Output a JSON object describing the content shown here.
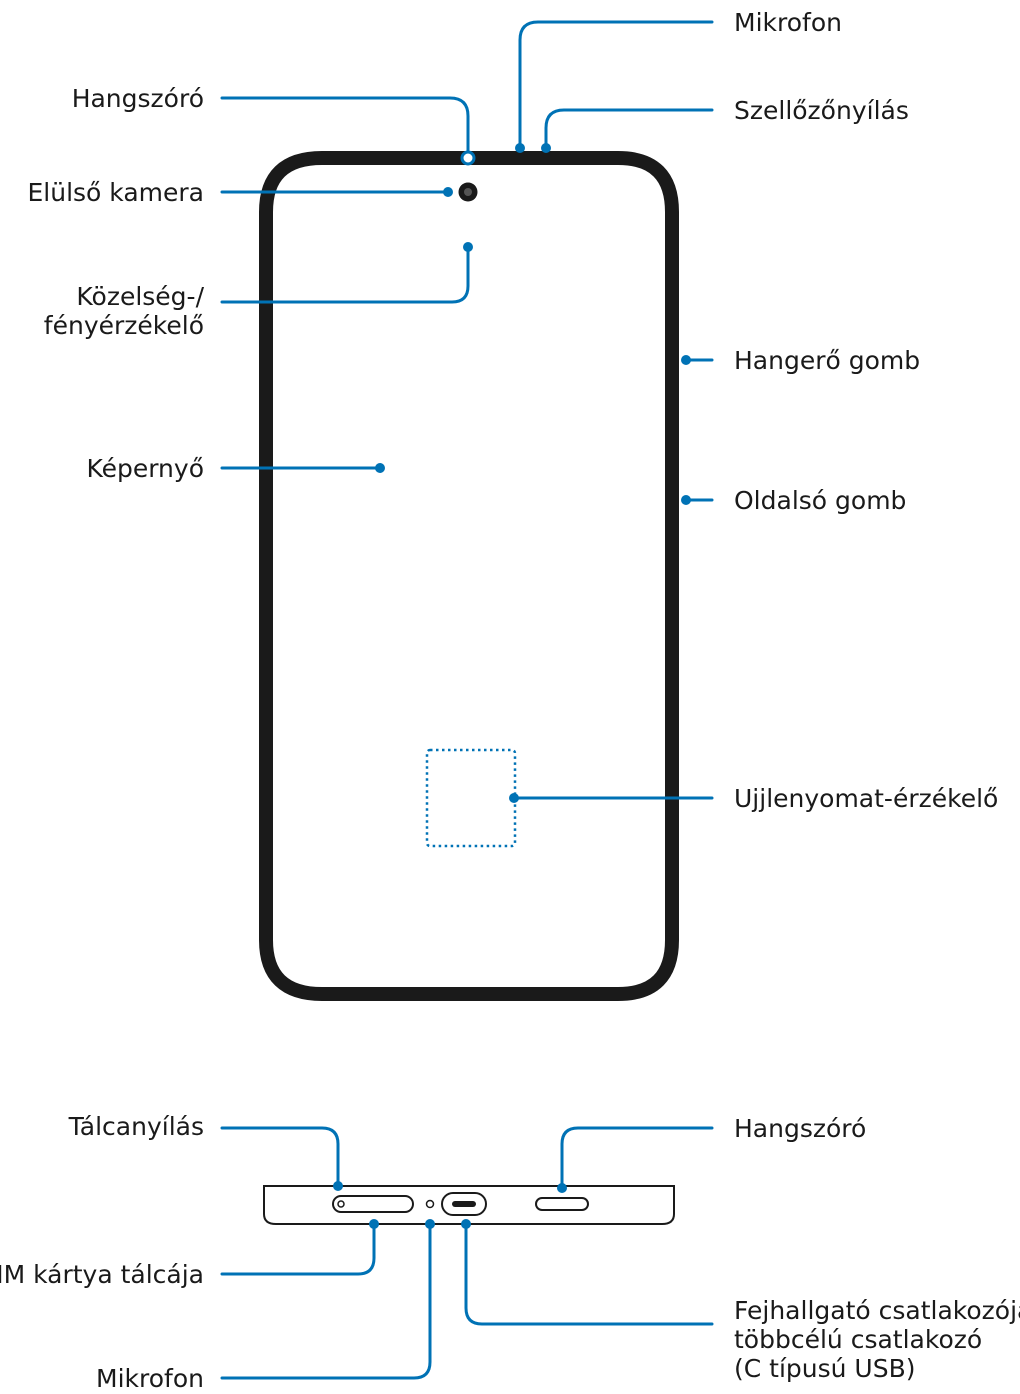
{
  "front_view": {
    "labels": {
      "mic_top": "Mikrofon",
      "speaker_top": "Hangszóró",
      "vent": "Szellőzőnyílás",
      "front_camera": "Elülső kamera",
      "proximity_line1": "Közelség-/",
      "proximity_line2": "fényérzékelő",
      "volume_button": "Hangerő gomb",
      "screen": "Képernyő",
      "side_button": "Oldalsó gomb",
      "fingerprint": "Ujjlenyomat-érzékelő"
    }
  },
  "bottom_view": {
    "labels": {
      "tray_hole": "Tálcanyílás",
      "speaker_bottom": "Hangszóró",
      "sim_tray": "SIM kártya tálcája",
      "mic_bottom": "Mikrofon",
      "port_line1": "Fejhallgató csatlakozója/",
      "port_line2": "többcélú csatlakozó",
      "port_line3": "(C típusú USB)"
    }
  },
  "colors": {
    "callout": "#0072b5",
    "outline": "#1a1a1a",
    "background": "#ffffff"
  }
}
